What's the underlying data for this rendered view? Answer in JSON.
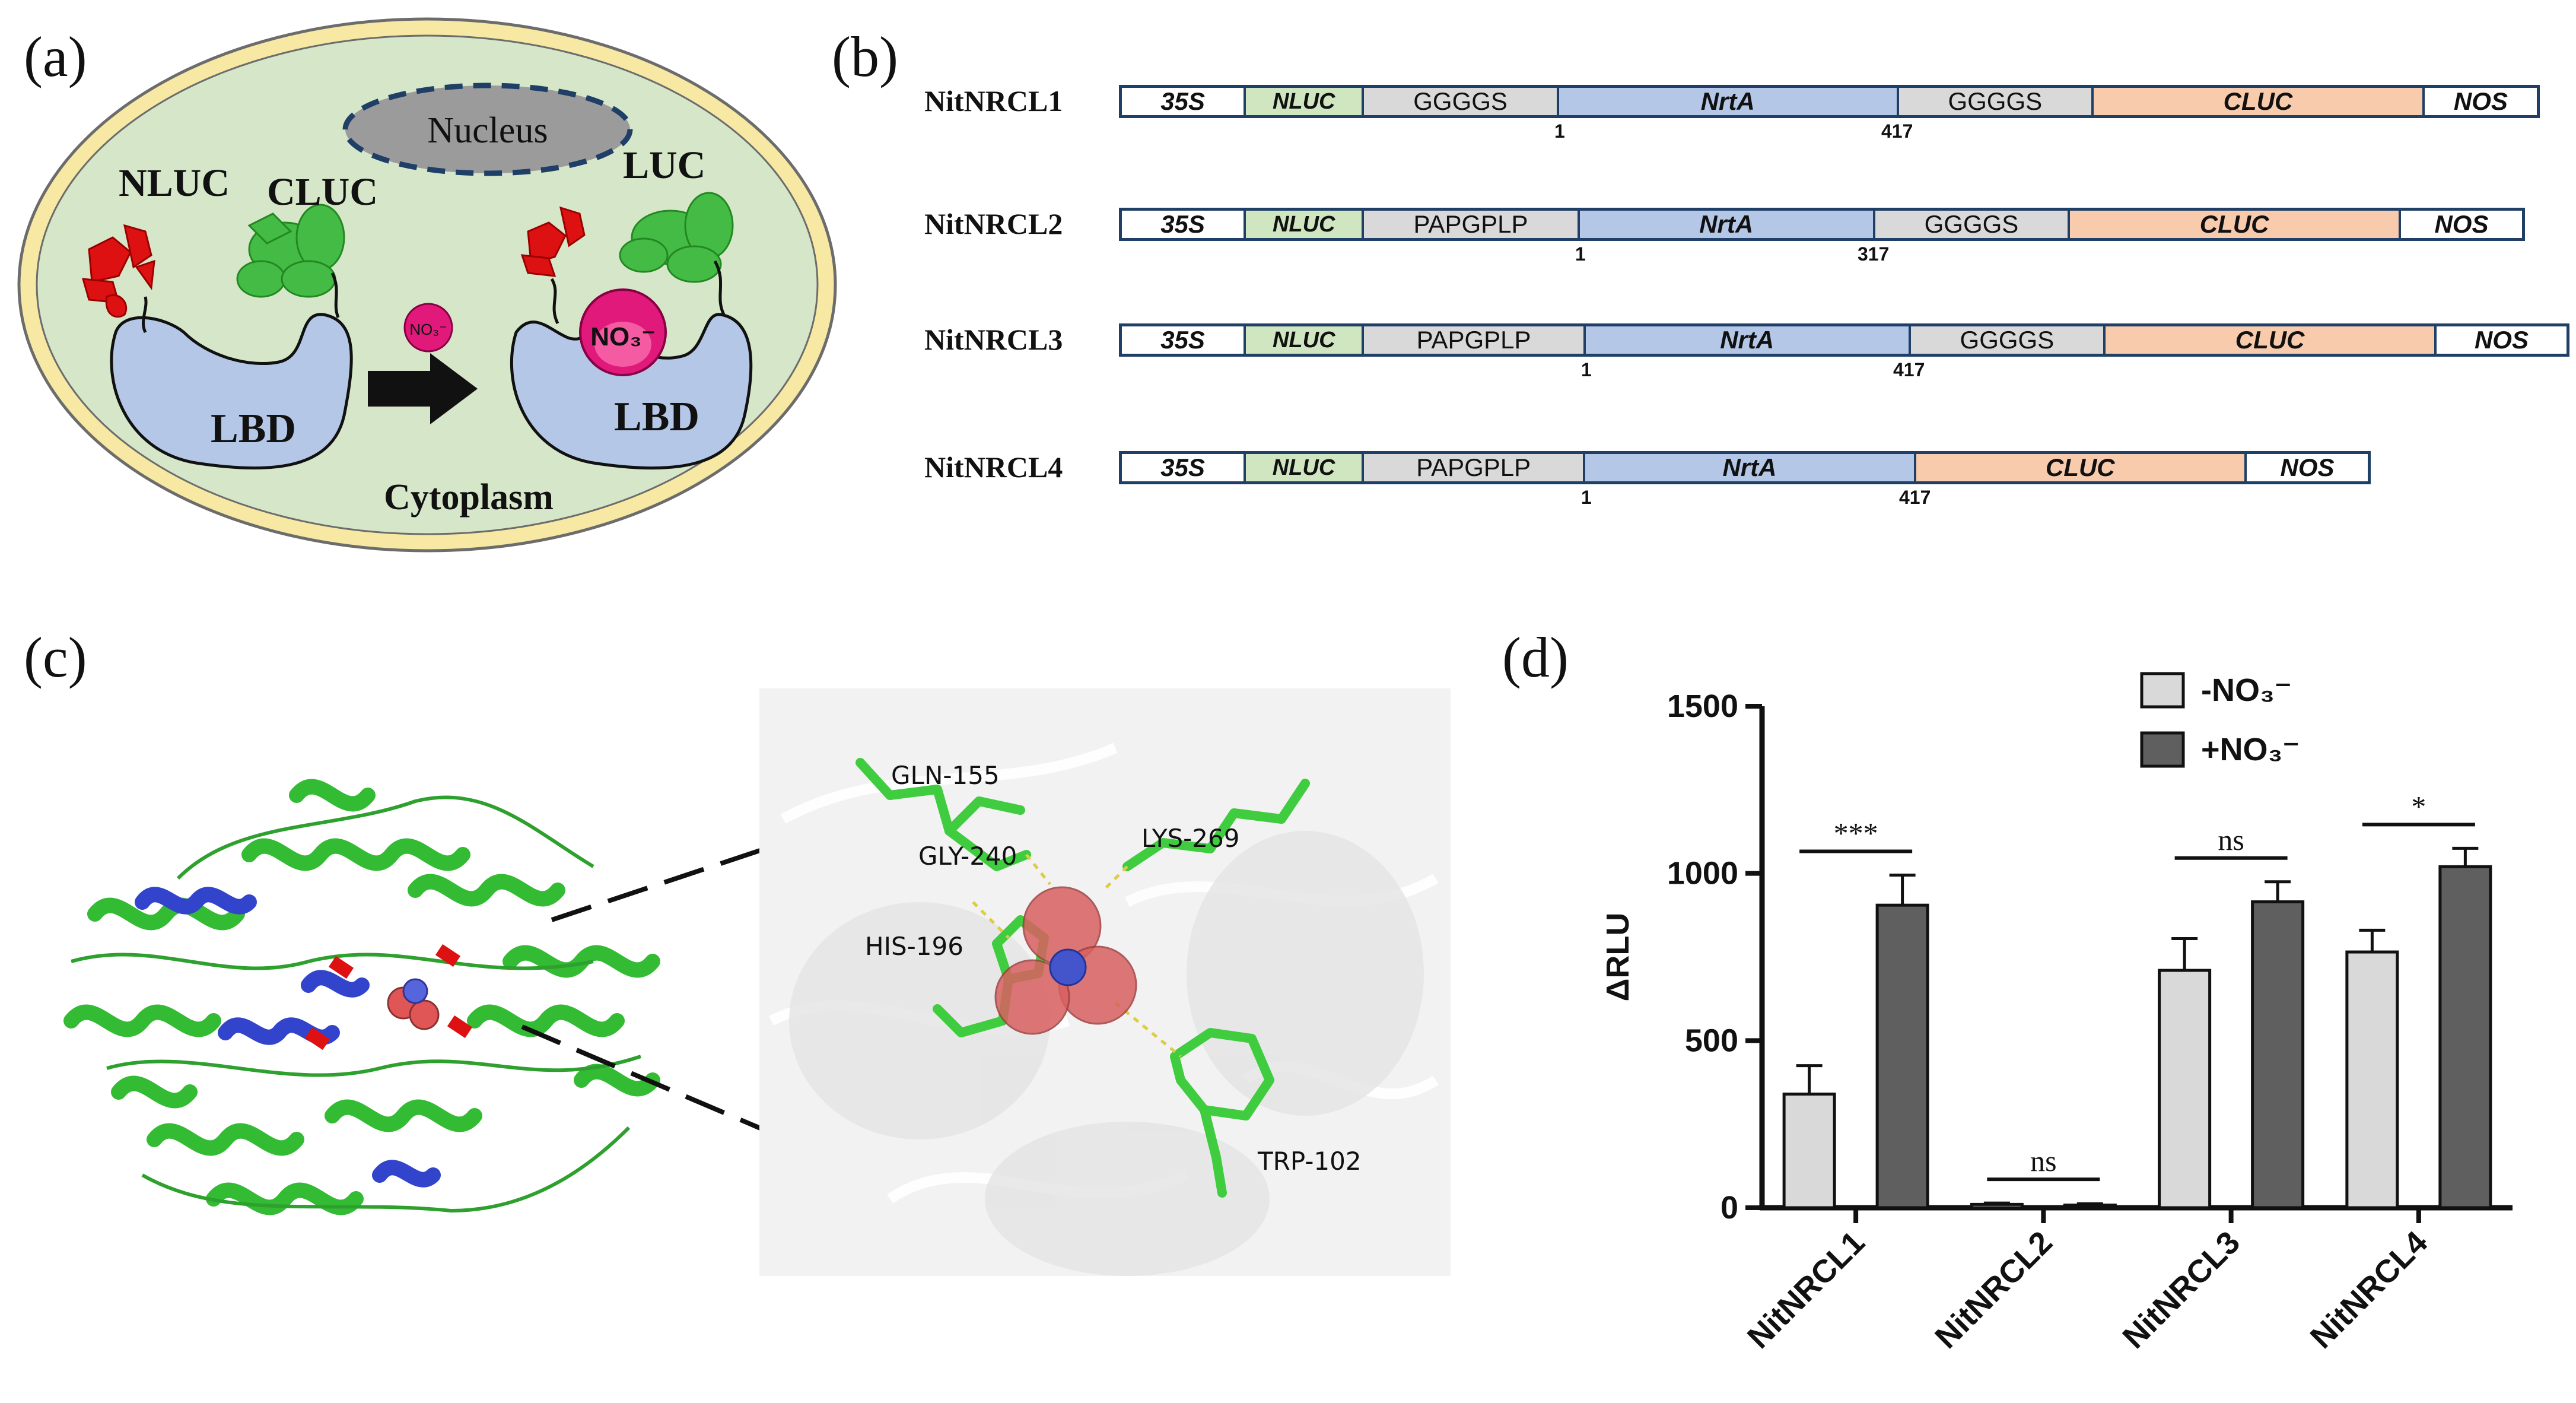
{
  "panel_a": {
    "label": "(a)",
    "nucleus": "Nucleus",
    "nluc": "NLUC",
    "cluc": "CLUC",
    "luc": "LUC",
    "lbd_left": "LBD",
    "lbd_right": "LBD",
    "ion_small": "NO₃⁻",
    "ion_big": "NO₃⁻",
    "cytoplasm": "Cytoplasm"
  },
  "panel_b": {
    "label": "(b)",
    "constructs": [
      {
        "name": "NitNRCL1",
        "segments": [
          "35S",
          "NLUC",
          "GGGGS",
          "NrtA",
          "GGGGS",
          "CLUC",
          "NOS"
        ],
        "start": "1",
        "end": "417"
      },
      {
        "name": "NitNRCL2",
        "segments": [
          "35S",
          "NLUC",
          "PAPGPLP",
          "NrtA",
          "GGGGS",
          "CLUC",
          "NOS"
        ],
        "start": "1",
        "end": "317"
      },
      {
        "name": "NitNRCL3",
        "segments": [
          "35S",
          "NLUC",
          "PAPGPLP",
          "NrtA",
          "GGGGS",
          "CLUC",
          "NOS"
        ],
        "start": "1",
        "end": "417"
      },
      {
        "name": "NitNRCL4",
        "segments": [
          "35S",
          "NLUC",
          "PAPGPLP",
          "NrtA",
          "CLUC",
          "NOS"
        ],
        "start": "1",
        "end": "417"
      }
    ],
    "colors": {
      "white": "#ffffff",
      "green": "#cfe6c1",
      "grey": "#d9d9d9",
      "blue": "#b4c7e7",
      "orange": "#f8cbad",
      "border": "#1f3f66"
    }
  },
  "panel_c": {
    "label": "(c)",
    "residues": [
      "GLN-155",
      "GLY-240",
      "LYS-269",
      "HIS-196",
      "TRP-102"
    ]
  },
  "panel_d": {
    "label": "(d)"
  },
  "chart_data": {
    "type": "bar",
    "categories": [
      "NitNRCL1",
      "NitNRCL2",
      "NitNRCL3",
      "NitNRCL4"
    ],
    "ylabel": "ΔRLU",
    "ylim": [
      0,
      1500
    ],
    "yticks": [
      "0",
      "500",
      "1000",
      "1500"
    ],
    "series": [
      {
        "name": "-NO₃⁻",
        "color": "#d9d9d9",
        "values": [
          340,
          10,
          710,
          765
        ],
        "errors": [
          85,
          4,
          95,
          65
        ]
      },
      {
        "name": "+NO₃⁻",
        "color": "#5f5f5f",
        "values": [
          905,
          8,
          915,
          1020
        ],
        "errors": [
          90,
          4,
          60,
          55
        ]
      }
    ],
    "significance": [
      "***",
      "ns",
      "ns",
      "*"
    ],
    "legend": "top-right"
  }
}
